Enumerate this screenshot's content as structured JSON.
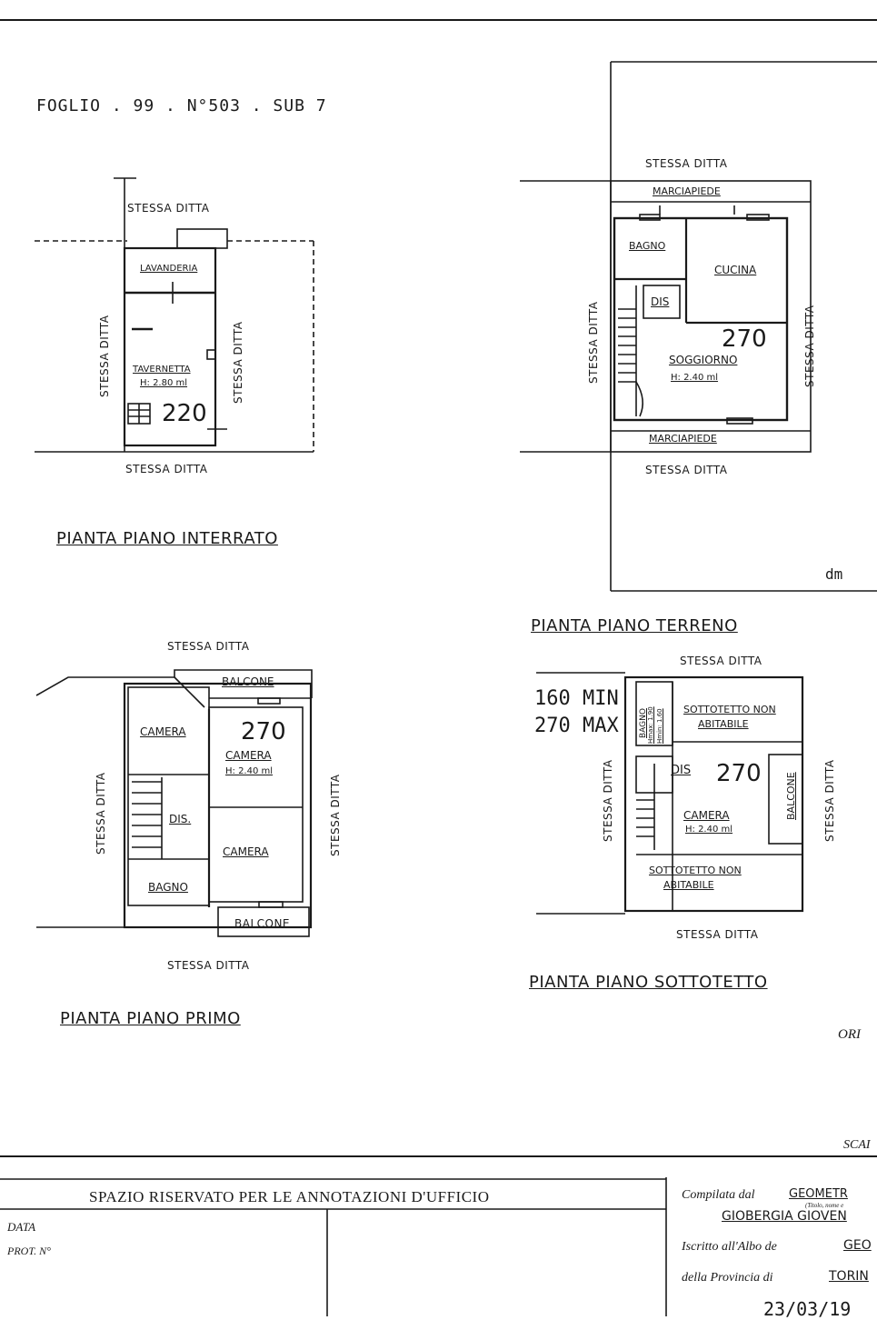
{
  "sheet_ref": "FOGLIO . 99 . N°503 . SUB 7",
  "floors": {
    "interrato": {
      "title": "PIANTA PIANO INTERRATO",
      "neighbor_top": "STESSA DITTA",
      "neighbor_left": "STESSA DITTA",
      "neighbor_right": "STESSA DITTA",
      "neighbor_bottom": "STESSA DITTA",
      "rooms": [
        "LAVANDERIA",
        "TAVERNETTA"
      ],
      "height": "H: 2.80 ml",
      "level": "220"
    },
    "terreno": {
      "title": "PIANTA PIANO TERRENO",
      "neighbor_top": "STESSA DITTA",
      "neighbor_left": "STESSA DITTA",
      "neighbor_right": "STESSA DITTA",
      "neighbor_bottom": "STESSA DITTA",
      "marciapiede_top": "MARCIAPIEDE",
      "marciapiede_bottom": "MARCIAPIEDE",
      "rooms": [
        "BAGNO",
        "CUCINA",
        "DIS",
        "SOGGIORNO"
      ],
      "height": "H: 2.40 ml",
      "level": "270",
      "signature": "dm"
    },
    "primo": {
      "title": "PIANTA PIANO PRIMO",
      "neighbor_top": "STESSA DITTA",
      "neighbor_left": "STESSA DITTA",
      "neighbor_right": "STESSA DITTA",
      "neighbor_bottom": "STESSA DITTA",
      "balcone_top": "BALCONE",
      "balcone_bottom": "BALCONE",
      "rooms": [
        "CAMERA",
        "CAMERA",
        "DIS.",
        "CAMERA",
        "BAGNO"
      ],
      "height": "H: 2.40 ml",
      "level": "270"
    },
    "sottotetto": {
      "title": "PIANTA PIANO SOTTOTETTO",
      "neighbor_top": "STESSA DITTA",
      "neighbor_left": "STESSA DITTA",
      "neighbor_right": "STESSA DITTA",
      "neighbor_bottom": "STESSA DITTA",
      "min_height": "160 MIN",
      "max_height": "270 MAX",
      "sottotetto_top": [
        "SOTTOTETTO NON",
        "ABITABILE"
      ],
      "sottotetto_bottom": [
        "SOTTOTETTO NON",
        "ABITABILE"
      ],
      "bagno": "BAGNO",
      "bagno_hmax": "Hmax: 1.90",
      "bagno_hmin": "Hmin: 1.60",
      "dis": "DIS",
      "balcone": "BALCONE",
      "camera": "CAMERA",
      "height": "H: 2.40 ml",
      "level": "270"
    }
  },
  "margin_right": {
    "orient": "ORI",
    "scale": "SCAI"
  },
  "footer": {
    "office_header": "SPAZIO RISERVATO PER LE ANNOTAZIONI D'UFFICIO",
    "data_label": "DATA",
    "prot_label": "PROT. N°",
    "compilata_label": "Compilata dal",
    "compilata_value": "GEOMETR",
    "compilata_hint": "(Titolo, nome e",
    "author": "GIOBERGIA GIOVEN",
    "iscritto_label": "Iscritto all'Albo de",
    "iscritto_value": "GEO",
    "provincia_label": "della Provincia di",
    "provincia_value": "TORIN",
    "date_value": "23/03/19"
  }
}
